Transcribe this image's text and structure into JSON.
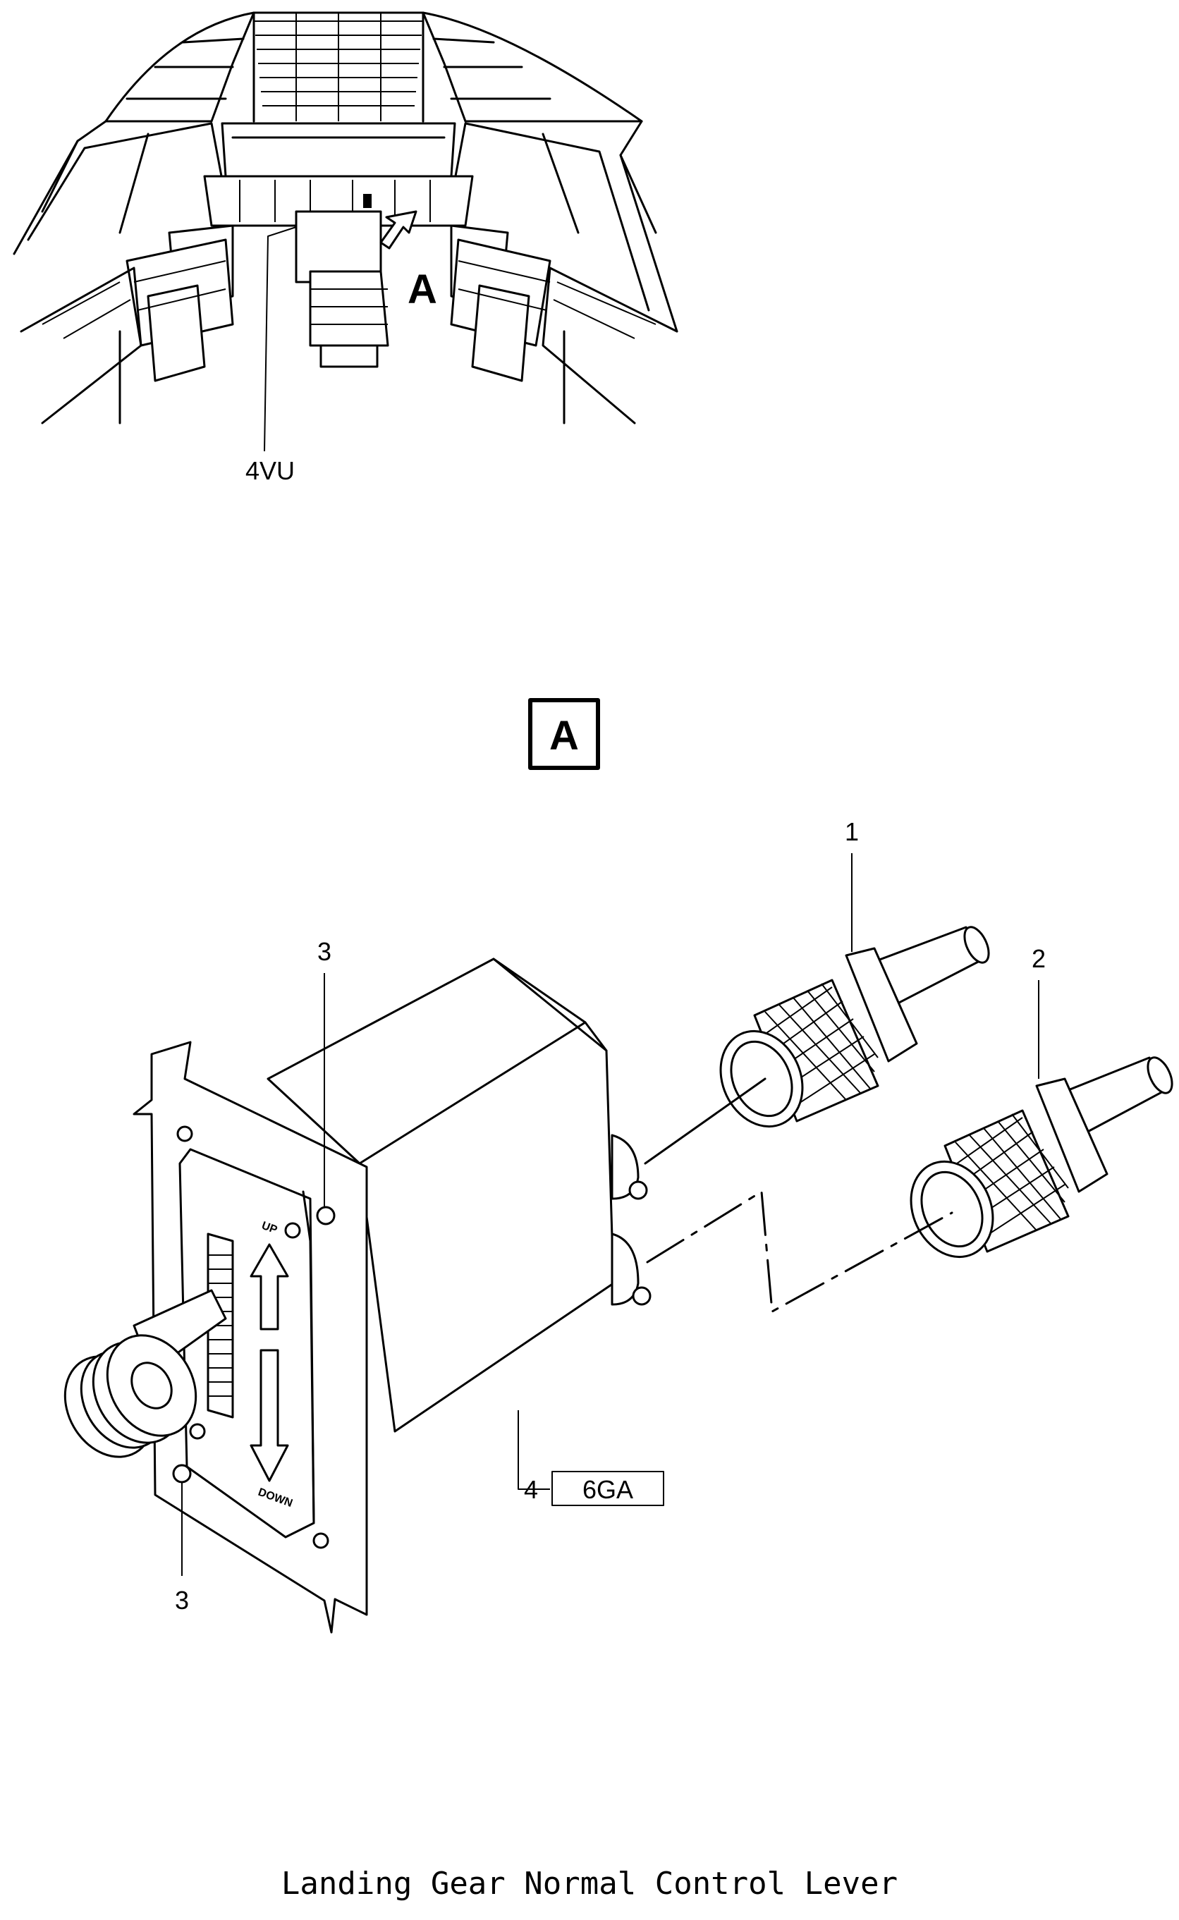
{
  "cockpit": {
    "view_marker": "A",
    "panel_label": "4VU"
  },
  "detail": {
    "view_box_label": "A",
    "item_labels": {
      "item_1": "1",
      "item_2": "2",
      "item_3_upper": "3",
      "item_3_lower": "3",
      "item_4": "4"
    },
    "fin_code": "6GA",
    "plate_up": "UP",
    "plate_down": "DOWN"
  },
  "caption": "Landing Gear Normal Control Lever"
}
